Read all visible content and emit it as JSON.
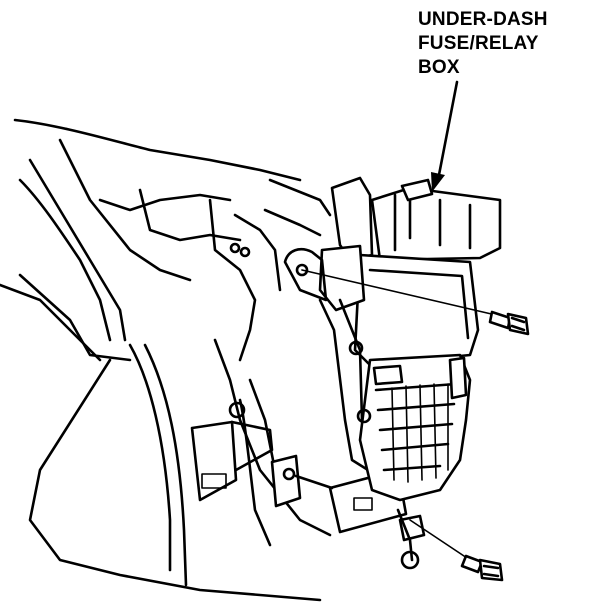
{
  "diagram": {
    "callout_label": {
      "line1": "UNDER-DASH",
      "line2": "FUSE/RELAY",
      "line3": "BOX"
    }
  }
}
